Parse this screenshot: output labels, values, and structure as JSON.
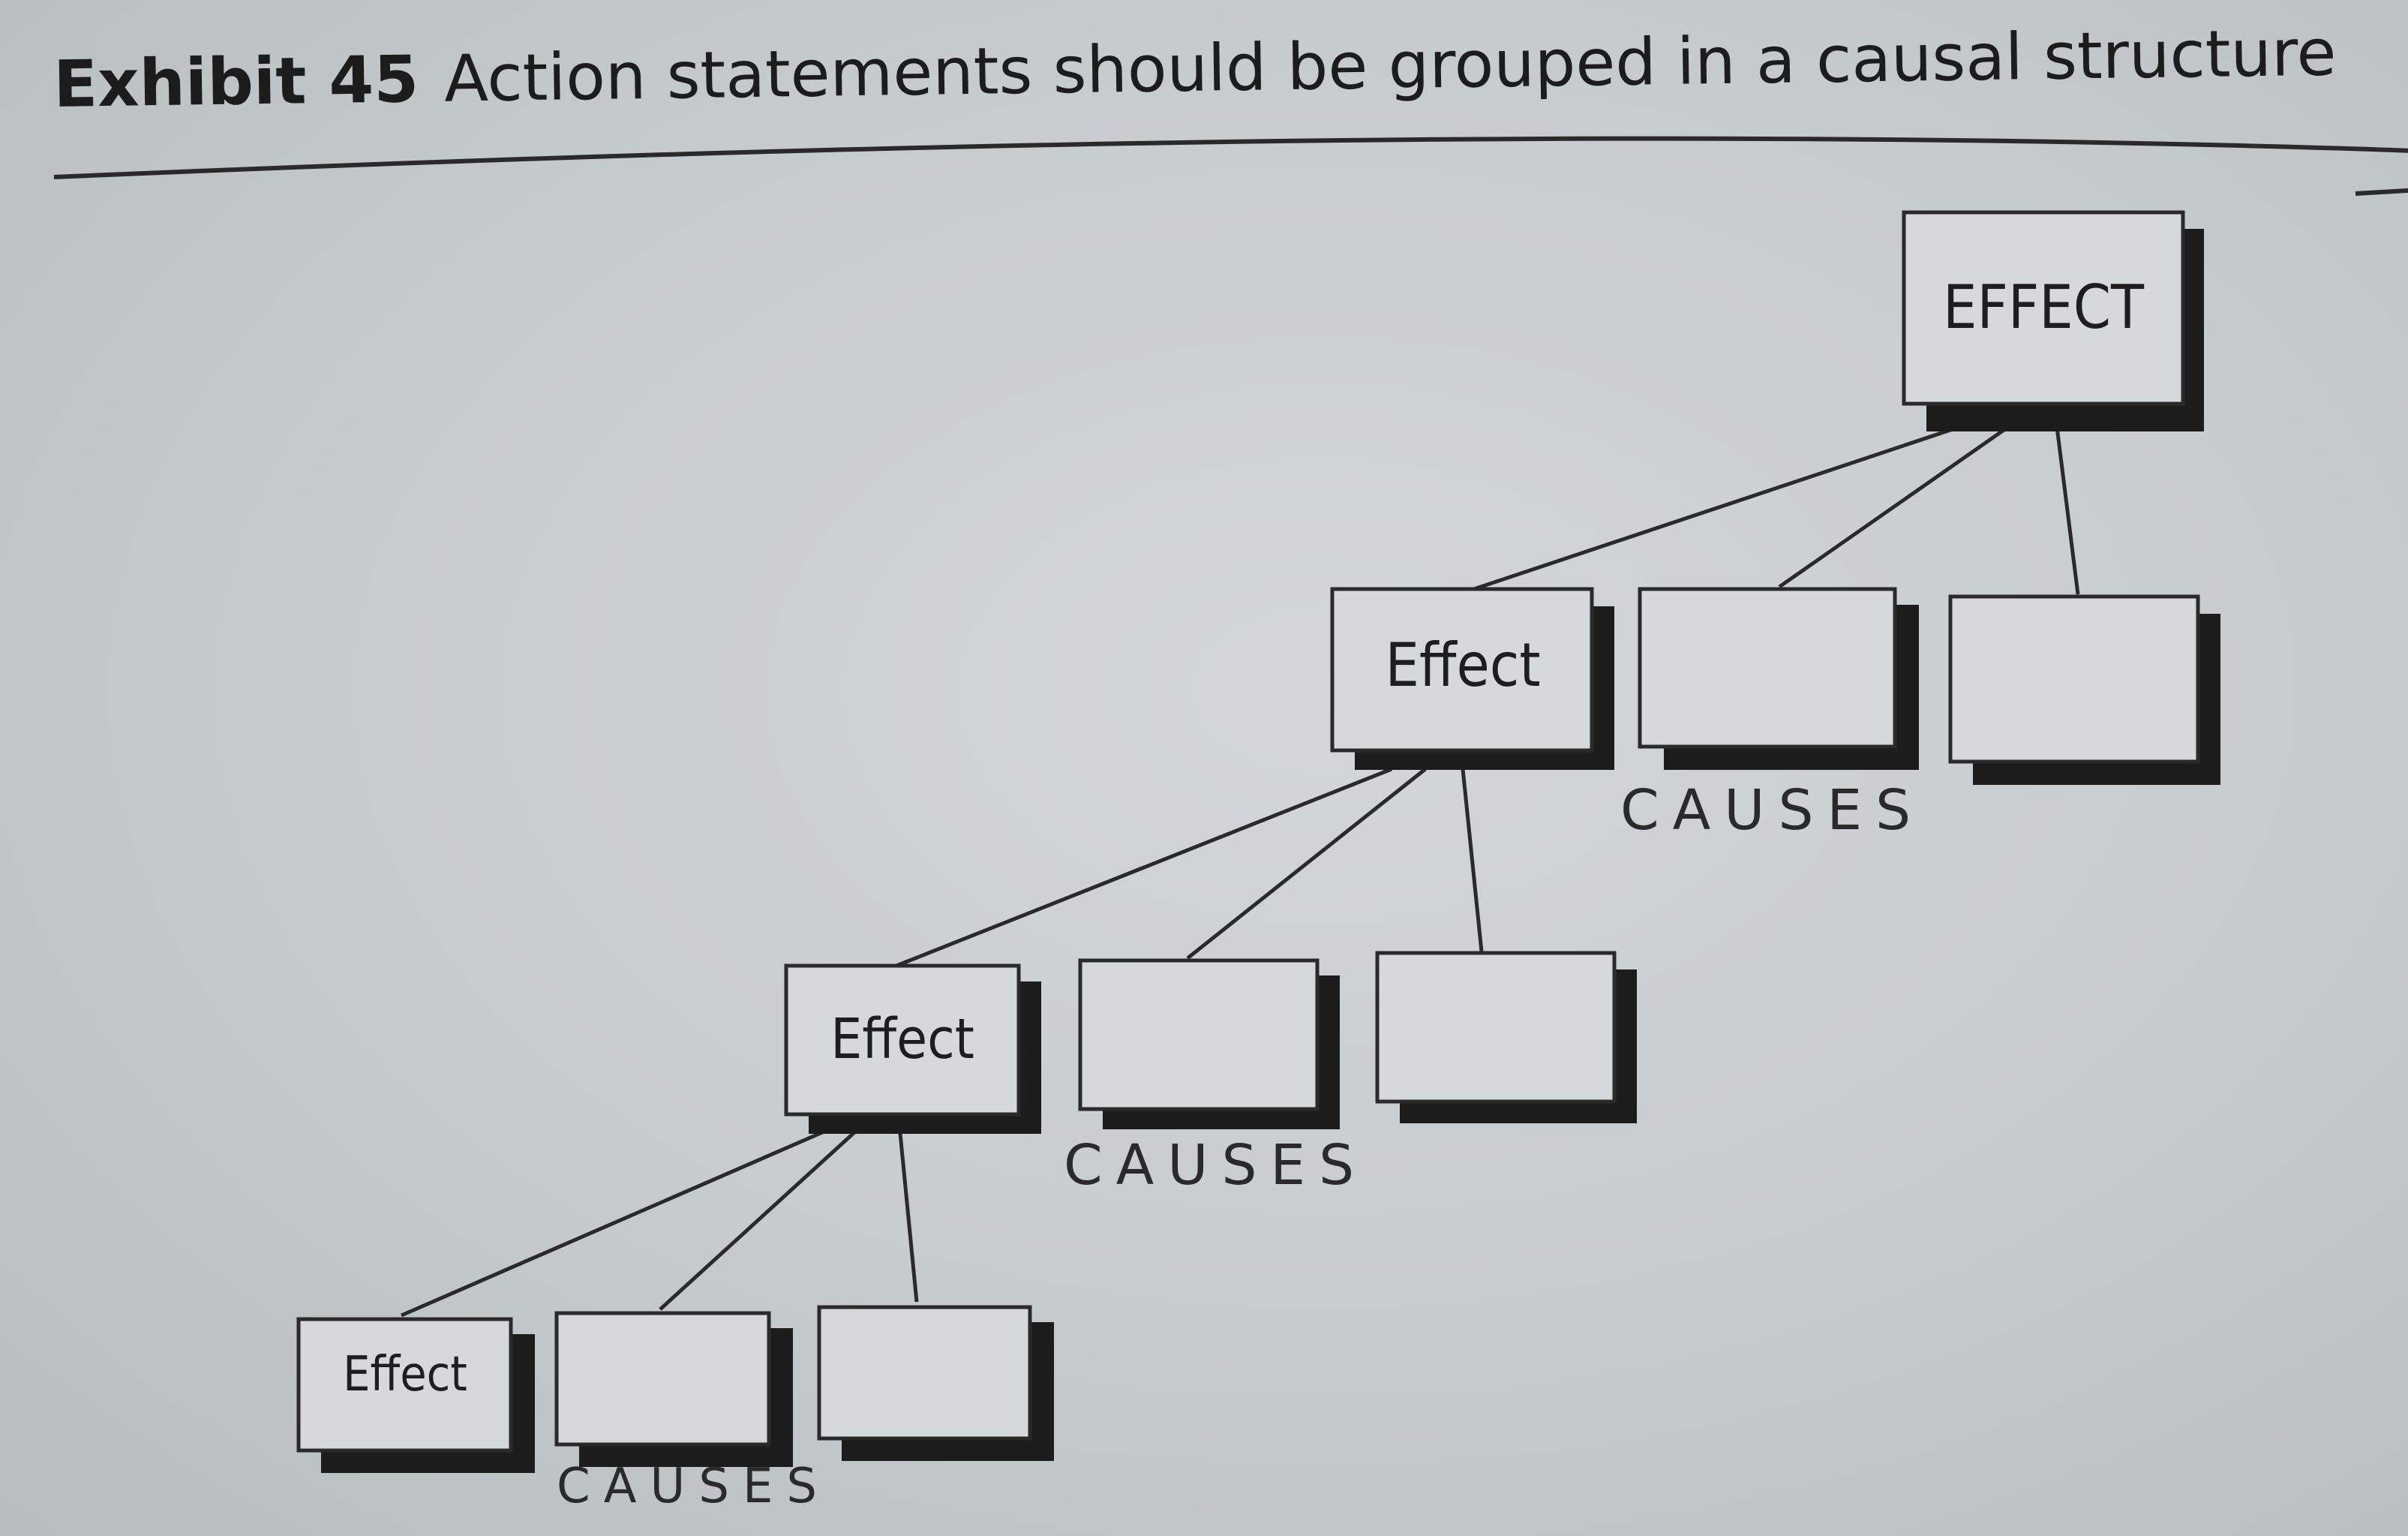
{
  "caption": {
    "number": "Exhibit 45",
    "text": "Action statements should be grouped in a causal structure"
  },
  "diagram": {
    "top_effect": "EFFECT",
    "level1": {
      "effect": "Effect",
      "causes_label": "CAUSES"
    },
    "level2": {
      "effect": "Effect",
      "causes_label": "CAUSES"
    },
    "level3": {
      "effect": "Effect",
      "causes_label": "CAUSES"
    }
  },
  "colors": {
    "paper": "#c9cdd0",
    "ink": "#1e1e1e",
    "box_fill": "#d5d9dc"
  }
}
